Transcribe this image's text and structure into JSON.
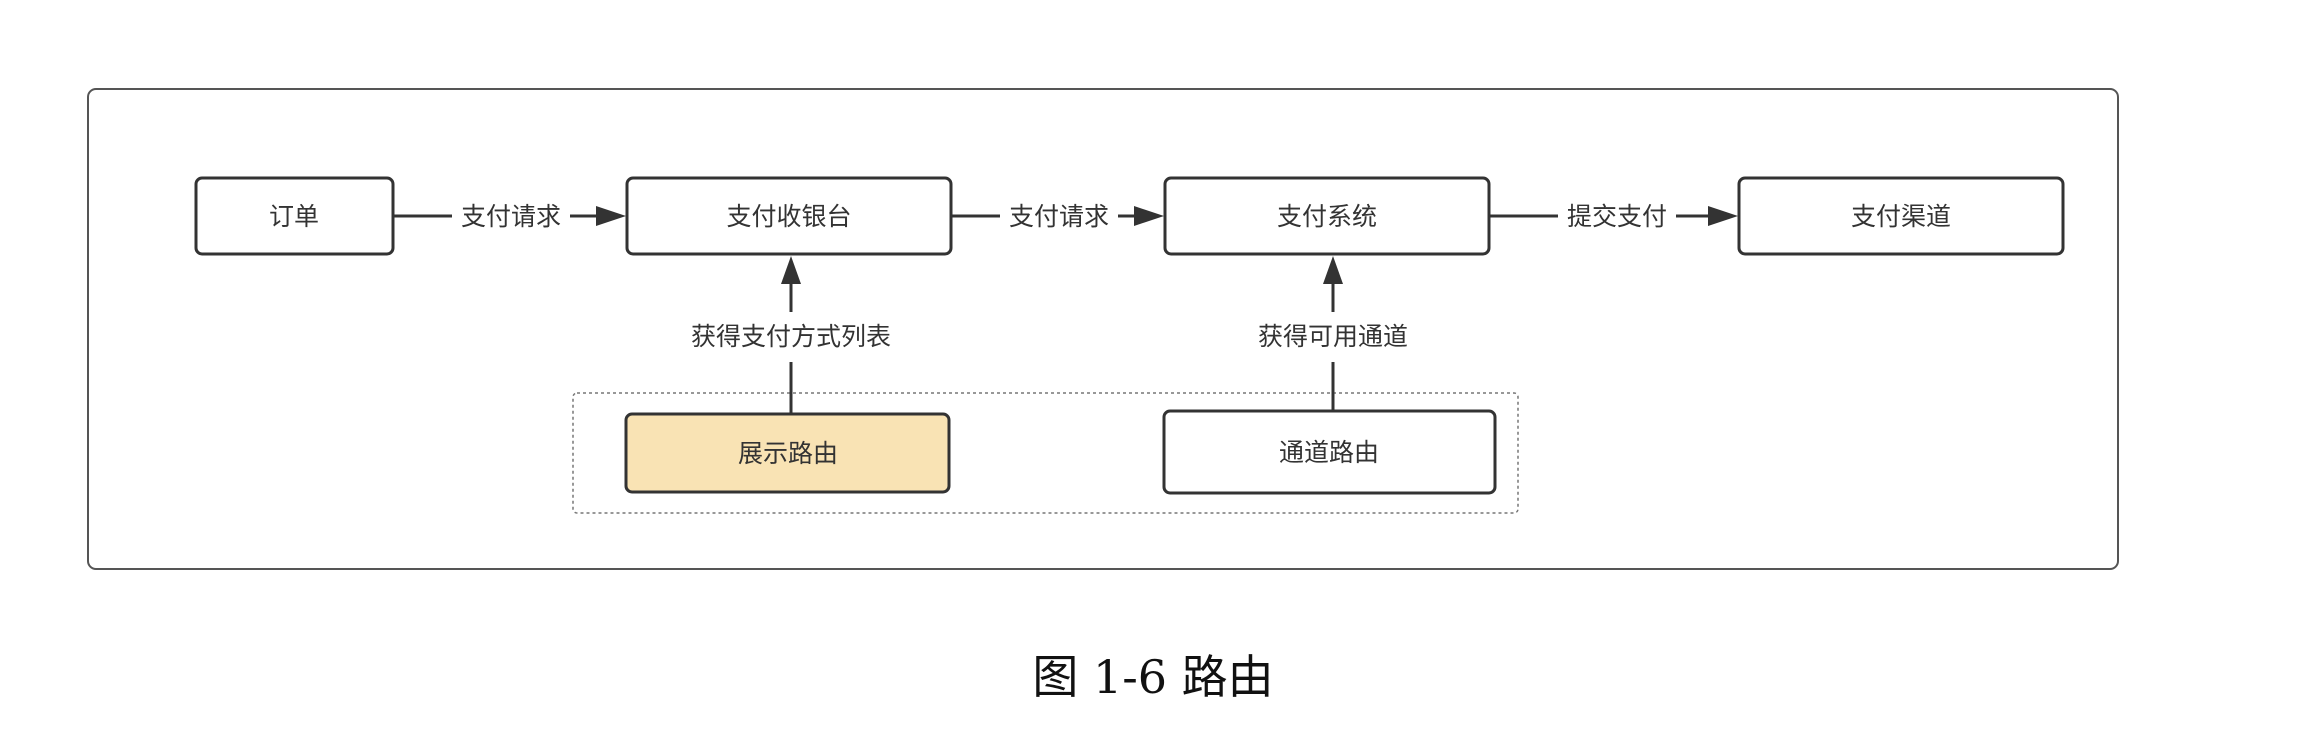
{
  "nodes": {
    "order": "订单",
    "cashier": "支付收银台",
    "payment_system": "支付系统",
    "channel": "支付渠道",
    "display_routing": "展示路由",
    "channel_routing": "通道路由"
  },
  "edges": {
    "order_to_cashier": "支付请求",
    "cashier_to_system": "支付请求",
    "system_to_channel": "提交支付",
    "display_to_cashier": "获得支付方式列表",
    "routing_to_system": "获得可用通道"
  },
  "caption": "图 1-6 路由",
  "colors": {
    "line": "#333333",
    "highlight_fill": "#f9e3b4"
  }
}
